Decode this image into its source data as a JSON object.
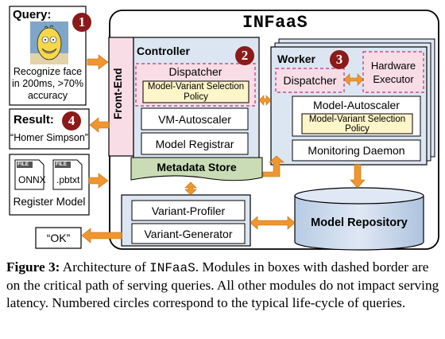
{
  "diagram": {
    "query_label": "Query:",
    "query_text": "Recognize face in 200ms, >70% accuracy",
    "result_label": "Result:",
    "result_text": "“Homer Simpson”",
    "register_label": "Register Model",
    "file_icon_label": "FILE",
    "file1": "ONNX",
    "file2": ".pbtxt",
    "ok_text": "“OK”",
    "system_title": "INFaaS",
    "front_end": "Front-End",
    "controller_title": "Controller",
    "controller_dispatcher": "Dispatcher",
    "controller_policy": "Model-Variant Selection Policy",
    "vm_autoscaler": "VM-Autoscaler",
    "model_registrar": "Model Registrar",
    "metadata_store": "Metadata Store",
    "worker_title": "Worker",
    "worker_dispatcher": "Dispatcher",
    "hardware_executor": "Hardware Executor",
    "model_autoscaler": "Model-Autoscaler",
    "worker_policy": "Model-Variant Selection Policy",
    "monitoring_daemon": "Monitoring Daemon",
    "variant_profiler": "Variant-Profiler",
    "variant_generator": "Variant-Generator",
    "model_repository": "Model Repository",
    "step1": "1",
    "step2": "2",
    "step3": "3",
    "step4": "4"
  },
  "caption": {
    "label": "Figure 3:",
    "text_a": " Architecture of ",
    "system": "INFaaS",
    "text_b": ". Modules in boxes with dashed border are on the critical path of serving queries. All other modules do not impact serving latency. Numbered circles correspond to the typical life-cycle of queries."
  },
  "colors": {
    "blue_fill": "#dce6f2",
    "pink_fill": "#f8dde6",
    "green_fill": "#c9dcb5",
    "yellow_fill": "#fef5c8",
    "arrow_orange": "#f0962e",
    "circle_red": "#8b1a1a"
  }
}
